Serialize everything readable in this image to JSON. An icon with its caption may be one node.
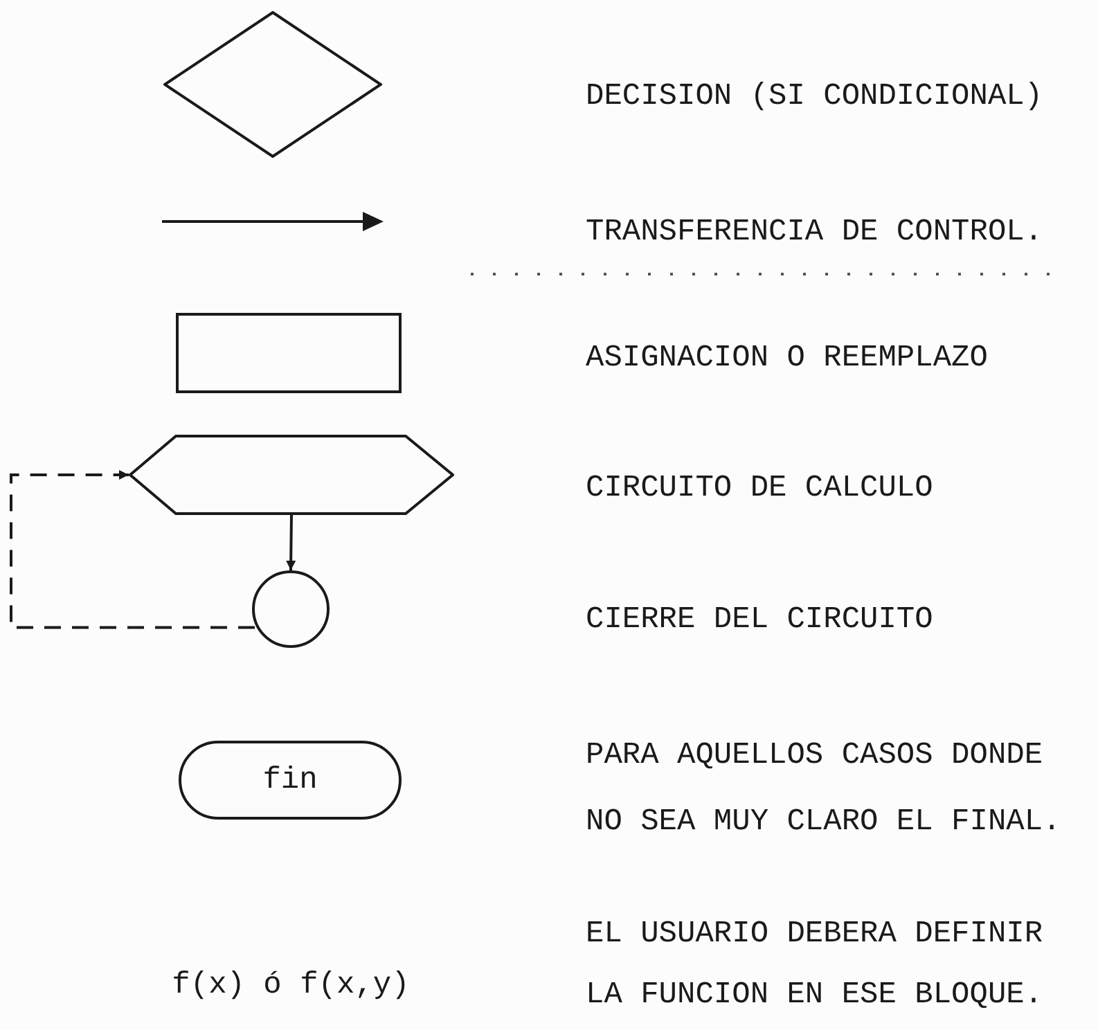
{
  "diagram": {
    "nodes": [
      {
        "text": [],
        "shape": "diamond"
      },
      {
        "text": [],
        "shape": "box"
      },
      {
        "text": [],
        "shape": "hexagon"
      },
      {
        "text": [],
        "shape": "circle"
      },
      {
        "text": [
          "fin"
        ]
      }
    ],
    "edges": [
      {
        "from": 2,
        "to": 3,
        "arrow": "to"
      },
      {
        "from": 3,
        "to": 2,
        "arrow": "to",
        "style": "dashed"
      }
    ],
    "labels": [
      "DECISION (SI CONDICIONAL)",
      "TRANSFERENCIA DE CONTROL.",
      "ASIGNACION O REEMPLAZO",
      "CIRCUITO DE CALCULO",
      "CIERRE DEL CIRCUITO",
      "PARA AQUELLOS CASOS DONDE NO SEA MUY CLARO EL FINAL.",
      "f(x) ó f(x,y)",
      "EL USUARIO DEBERA DEFINIR LA FUNCION EN ESE BLOQUE."
    ]
  }
}
